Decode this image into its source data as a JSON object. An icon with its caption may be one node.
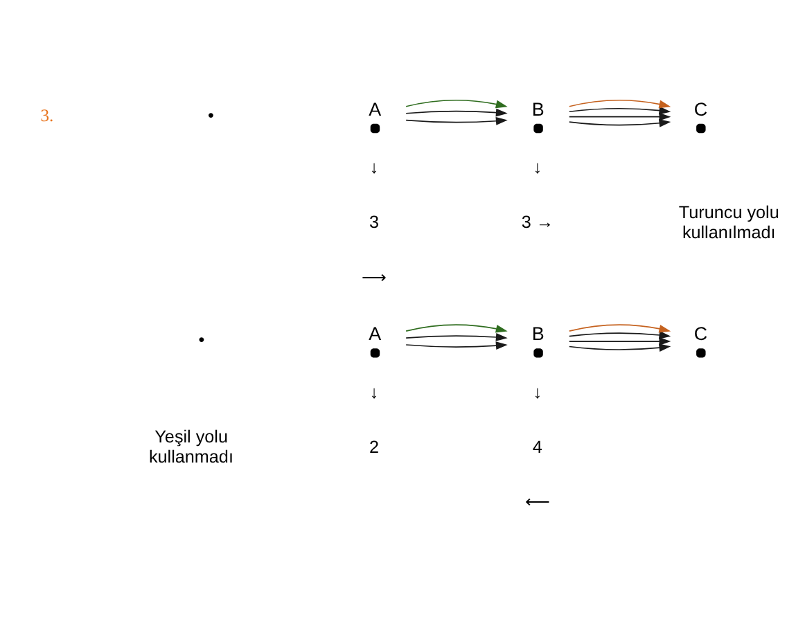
{
  "diagram": {
    "nodes": [
      {
        "text": [
          "A"
        ]
      },
      {
        "text": [
          "B"
        ]
      },
      {
        "text": [
          "C"
        ]
      },
      {
        "text": [
          "A"
        ]
      },
      {
        "text": [
          "B"
        ]
      },
      {
        "text": [
          "C"
        ]
      }
    ],
    "edges": [
      {
        "from": 0,
        "to": 1,
        "arrow": "to"
      },
      {
        "from": 0,
        "to": 1,
        "arrow": "to"
      },
      {
        "from": 0,
        "to": 1,
        "arrow": "to",
        "color": "#2f6d1f"
      },
      {
        "from": 1,
        "to": 2,
        "arrow": "to"
      },
      {
        "from": 1,
        "to": 2,
        "arrow": "to"
      },
      {
        "from": 1,
        "to": 2,
        "arrow": "to"
      },
      {
        "from": 1,
        "to": 2,
        "arrow": "to",
        "color": "#c5621f"
      },
      {
        "from": 3,
        "to": 4,
        "arrow": "to"
      },
      {
        "from": 3,
        "to": 4,
        "arrow": "to"
      },
      {
        "from": 3,
        "to": 4,
        "arrow": "to",
        "color": "#2f6d1f"
      },
      {
        "from": 4,
        "to": 5,
        "arrow": "to"
      },
      {
        "from": 4,
        "to": 5,
        "arrow": "to"
      },
      {
        "from": 4,
        "to": 5,
        "arrow": "to"
      },
      {
        "from": 4,
        "to": 5,
        "arrow": "to",
        "color": "#c5621f"
      }
    ],
    "labels": [
      "3.",
      "•",
      "↓",
      "3",
      "↓",
      "3 →",
      "Turuncu yolu kullanılmadı",
      "⟶",
      "•",
      "↓",
      "2",
      "↓",
      "4",
      "Yeşil yolu kullanmadı",
      "⟵"
    ]
  }
}
